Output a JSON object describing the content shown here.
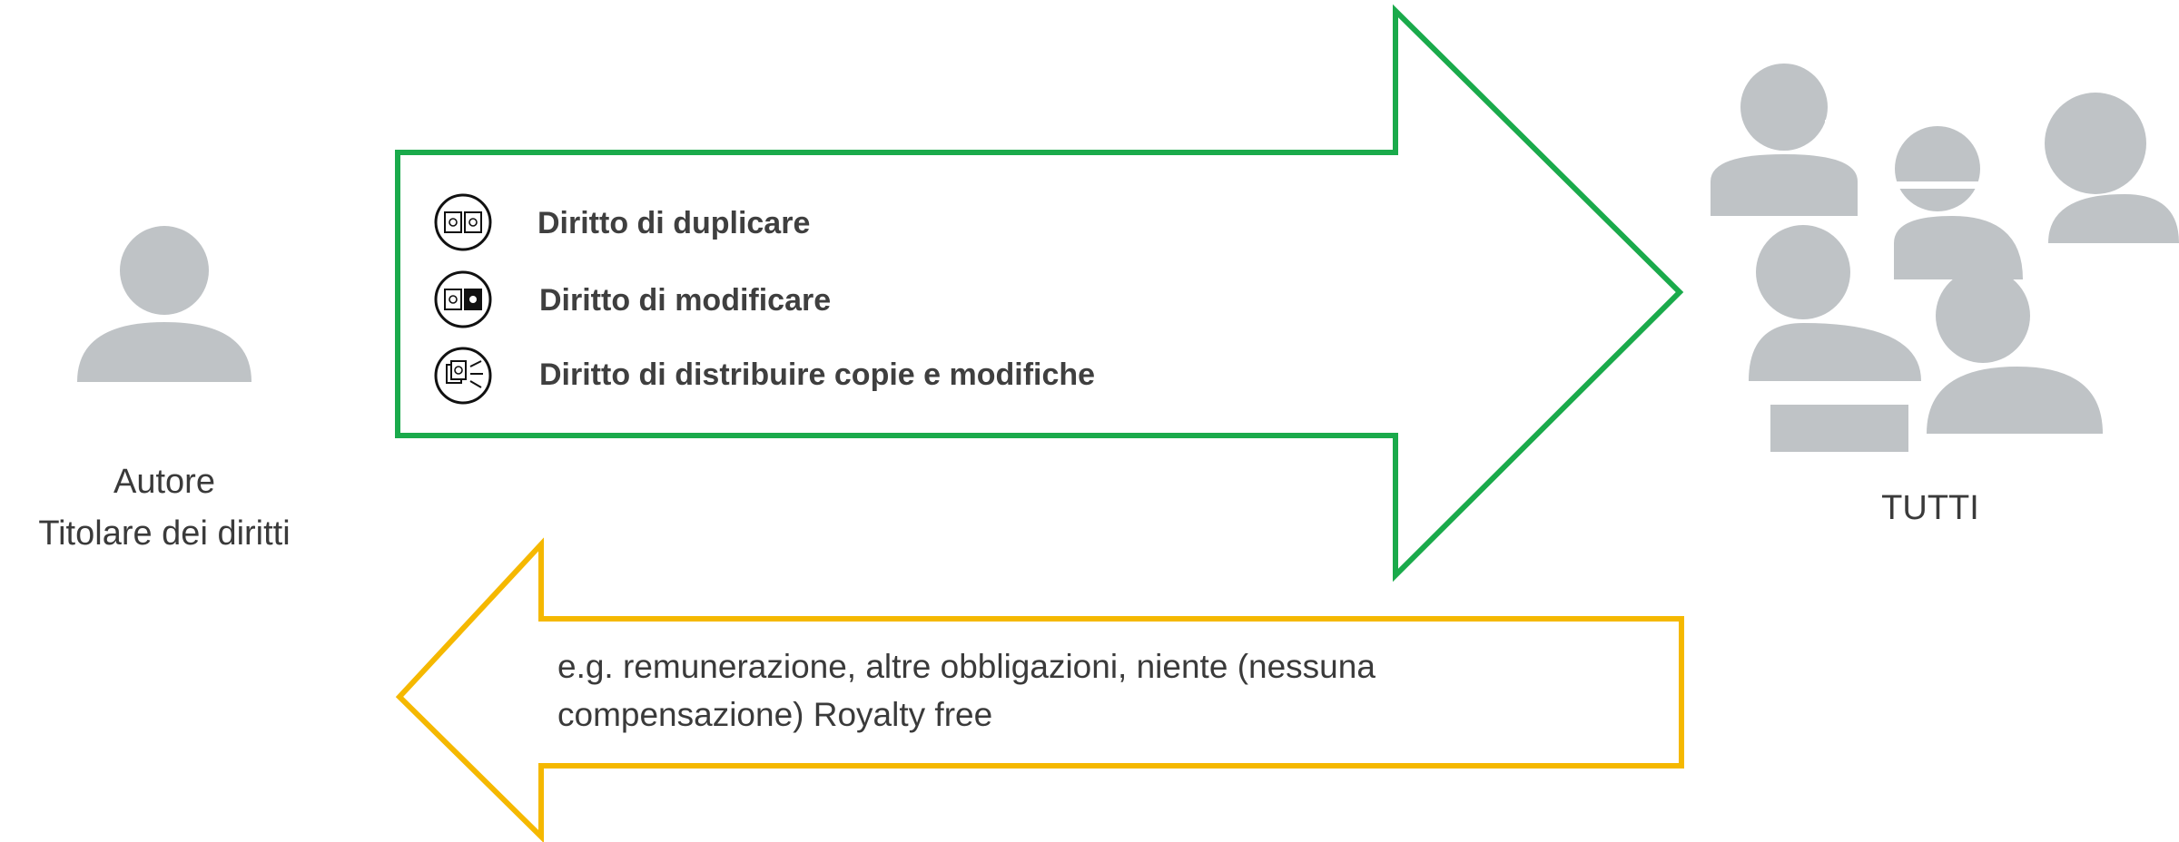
{
  "author": {
    "line1": "Autore",
    "line2": "Titolare dei diritti"
  },
  "audience": {
    "label": "TUTTI"
  },
  "rights_arrow": {
    "color": "#1aaa4b",
    "items": [
      {
        "icon": "duplicate-icon",
        "label": "Diritto di duplicare"
      },
      {
        "icon": "modify-icon",
        "label": "Diritto di modificare"
      },
      {
        "icon": "distribute-icon",
        "label": "Diritto di distribuire copie e modifiche"
      }
    ]
  },
  "return_arrow": {
    "color": "#f5b800",
    "line1": "e.g. remunerazione, altre obbligazioni, niente (nessuna",
    "line2": "compensazione) Royalty free"
  },
  "person_color": "#bfc3c6"
}
